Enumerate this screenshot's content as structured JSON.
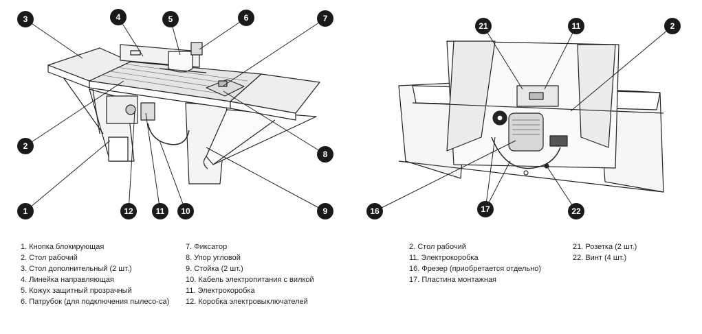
{
  "callouts": {
    "c1": "1",
    "c2": "2",
    "c3": "3",
    "c4": "4",
    "c5": "5",
    "c6": "6",
    "c7": "7",
    "c8": "8",
    "c9": "9",
    "c10": "10",
    "c11": "11",
    "c12": "12",
    "r21": "21",
    "r11": "11",
    "r2": "2",
    "r16": "16",
    "r17": "17",
    "r22": "22"
  },
  "legend": {
    "col1": [
      "1. Кнопка блокирующая",
      "2. Стол рабочий",
      "3. Стол дополнительный (2 шт.)",
      "4. Линейка направляющая",
      "5. Кожух защитный прозрачный",
      "6. Патрубок (для подключения пылесо-са)"
    ],
    "col2": [
      "7. Фиксатор",
      "8. Упор угловой",
      "9. Стойка (2 шт.)",
      "10. Кабель электропитания с вилкой",
      "11.  Электрокоробка",
      "12. Коробка электровыключателей"
    ],
    "col3": [
      "2. Стол рабочий",
      "11. Электрокоробка",
      "16. Фрезер (приобретается отдельно)",
      "17. Пластина монтажная"
    ],
    "col4": [
      "21. Розетка  (2 шт.)",
      "22. Винт (4 шт.)"
    ]
  }
}
